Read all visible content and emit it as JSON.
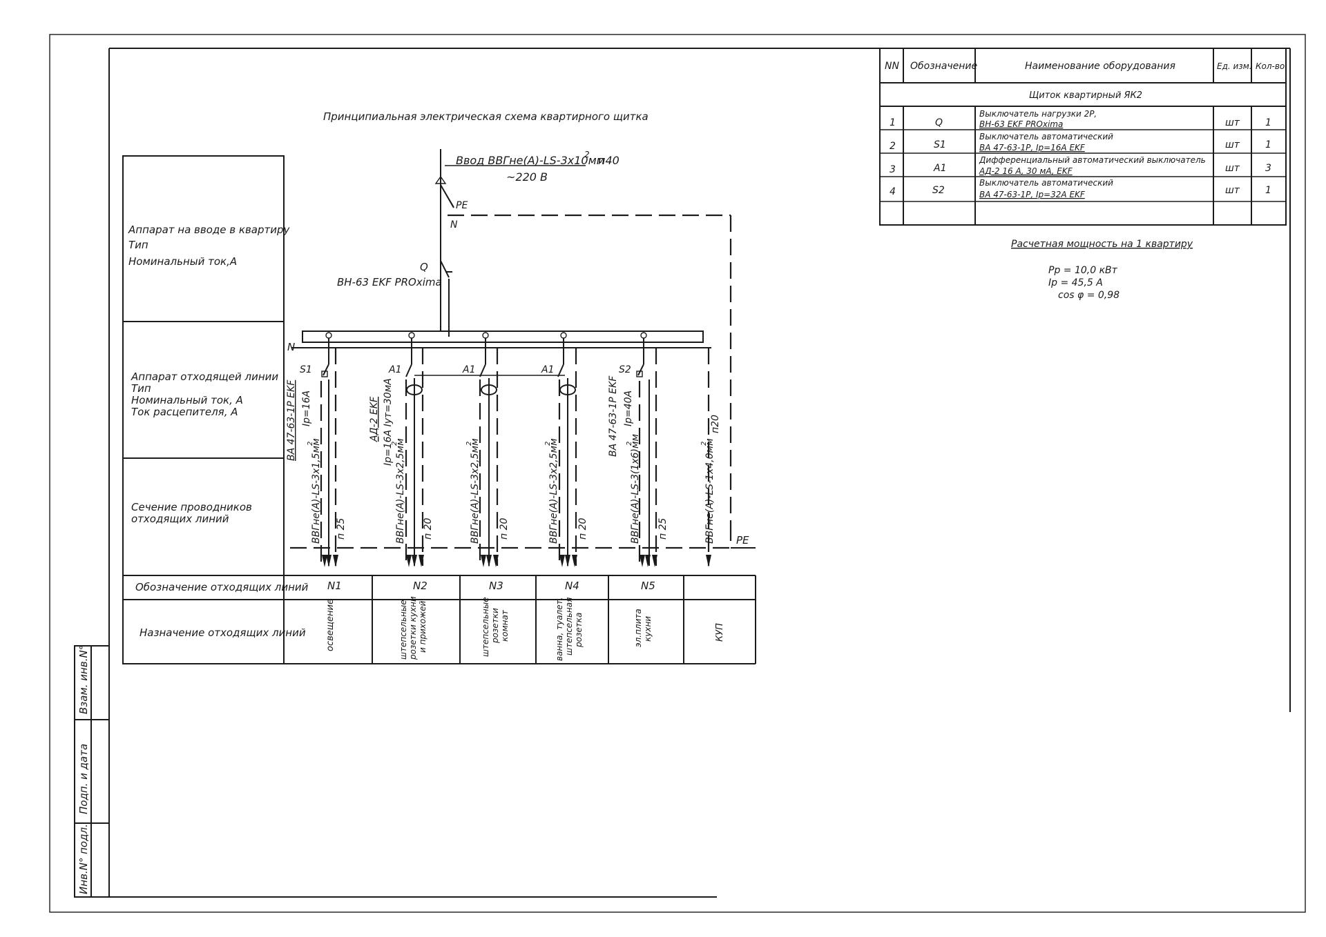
{
  "diagram": {
    "title": "Принципиальная электрическая схема квартирного щитка",
    "feed": {
      "cable": "Ввод ВВГнe(А)-LS-3х10мм",
      "cable_sup": "2",
      "pipe": "п40",
      "voltage": "~220 В",
      "pe": "PE",
      "n": "N",
      "breaker_label": "Q",
      "breaker_type": "ВН-63 EKF PROxima"
    },
    "bus_label": "N",
    "pe_label": "PE",
    "left_labels": {
      "input_device": [
        "Аппарат на вводе в квартиру",
        "Тип",
        "Номинальный ток,А"
      ],
      "outgoing_device": [
        "Аппарат отходящей линии",
        "Тип",
        "Номинальный ток, А",
        "Ток расцепителя, А"
      ],
      "conductor_section": [
        "Сечение проводников",
        "отходящих линий"
      ],
      "line_designation": "Обозначение отходящих линий",
      "line_purpose": "Назначение отходящих линий"
    },
    "lines": [
      {
        "id": "N1",
        "device": "S1",
        "device_type": "ВА 47-63-1Р EKF",
        "device_rating": "Iр=16А",
        "cable": "ВВГнe(А)-LS-3х1,5мм",
        "cable_sup": "2",
        "pipe": "п 25",
        "purpose": [
          "освещение"
        ]
      },
      {
        "id": "N2",
        "device": "А1",
        "device_type": "АД-2 EKF",
        "device_rating": "Iр=16А Iут=30мА",
        "cable": "ВВГнe(А)-LS-3х2,5мм",
        "cable_sup": "2",
        "pipe": "п 20",
        "purpose": [
          "штепсельные",
          "розетки кухни",
          "и прихожей"
        ]
      },
      {
        "id": "N3",
        "device": "А1",
        "device_type": "",
        "device_rating": "",
        "cable": "ВВГнe(А)-LS-3х2,5мм",
        "cable_sup": "2",
        "pipe": "п 20",
        "purpose": [
          "штепсельные",
          "розетки",
          "комнат"
        ]
      },
      {
        "id": "N4",
        "device": "А1",
        "device_type": "",
        "device_rating": "",
        "cable": "ВВГнe(А)-LS-3х2,5мм",
        "cable_sup": "2",
        "pipe": "п 20",
        "purpose": [
          "ванна, туалет,",
          "штепсельная",
          "розетка"
        ]
      },
      {
        "id": "N5",
        "device": "S2",
        "device_type": "ВА 47-63-1Р EKF",
        "device_rating": "Iр=40А",
        "cable": "ВВГнe(А)-LS-3(1х6)мм",
        "cable_sup": "2",
        "pipe": "п 25",
        "purpose": [
          "эл.плита",
          "кухни"
        ]
      },
      {
        "id": "",
        "device": "",
        "device_type": "",
        "device_rating": "",
        "cable": "ВВГнe(А)-LS-1х4,0мм",
        "cable_sup": "2",
        "pipe": "п20",
        "purpose": [
          "КУП"
        ]
      }
    ]
  },
  "spec_table": {
    "headers": [
      "NN",
      "Обозначение",
      "Наименование оборудования",
      "Ед. изм.",
      "Кол-во"
    ],
    "group": "Щиток квартирный ЯК2",
    "rows": [
      {
        "nn": "1",
        "code": "Q",
        "name": [
          "Выключатель нагрузки 2Р,",
          "ВН-63 EKF PROxima"
        ],
        "unit": "шт",
        "qty": "1"
      },
      {
        "nn": "2",
        "code": "S1",
        "name": [
          "Выключатель автоматический",
          "ВА 47-63-1Р, Iр=16А  EKF"
        ],
        "unit": "шт",
        "qty": "1"
      },
      {
        "nn": "3",
        "code": "А1",
        "name": [
          "Дифференциальный автоматический выключатель",
          "АД-2  16 А, 30 мА, EKF"
        ],
        "unit": "шт",
        "qty": "3"
      },
      {
        "nn": "4",
        "code": "S2",
        "name": [
          "Выключатель автоматический",
          "ВА 47-63-1Р, Iр=32А  EKF"
        ],
        "unit": "шт",
        "qty": "1"
      }
    ]
  },
  "power": {
    "title": "Расчетная мощность на 1 квартиру",
    "pp": "Рр = 10,0 кВт",
    "ip": "Iр = 45,5 А",
    "cos": "cos φ  = 0,98"
  },
  "stamp": [
    "Инв.N° подл.",
    "Подп. и дата",
    "Взам. инв.N°"
  ]
}
